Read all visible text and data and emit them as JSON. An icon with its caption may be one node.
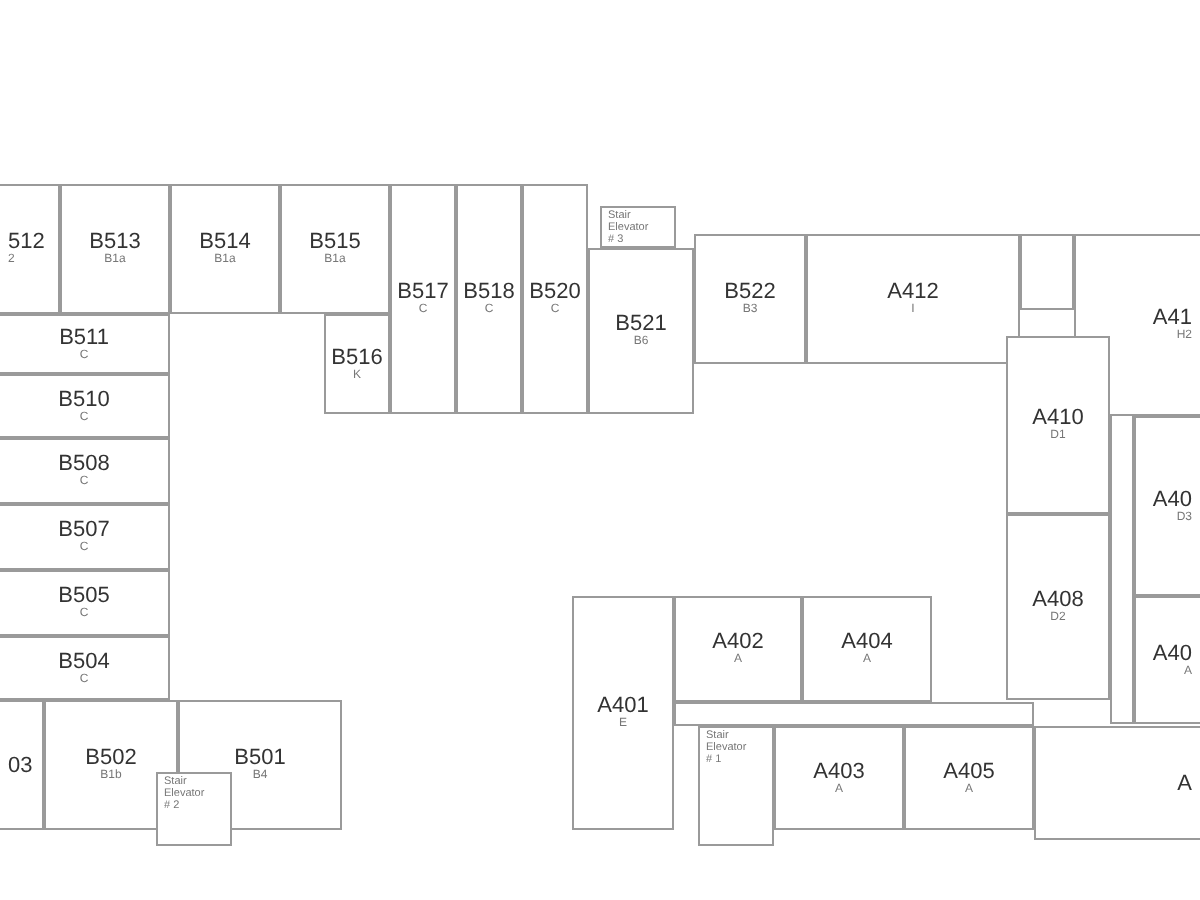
{
  "diagram": {
    "nodes": [
      {
        "text": [
          "512",
          "2"
        ]
      },
      {
        "text": [
          "B513",
          "B1a"
        ]
      },
      {
        "text": [
          "B514",
          "B1a"
        ]
      },
      {
        "text": [
          "B515",
          "B1a"
        ]
      },
      {
        "text": [
          "Stair Elevator # 3"
        ]
      },
      {
        "text": [
          "B517",
          "C"
        ]
      },
      {
        "text": [
          "B518",
          "C"
        ]
      },
      {
        "text": [
          "B520",
          "C"
        ]
      },
      {
        "text": [
          "A412",
          "I"
        ]
      },
      {
        "text": [
          "A41",
          "H2"
        ]
      },
      {
        "text": [
          "B511",
          "C"
        ]
      },
      {
        "text": [
          "B516",
          "K"
        ]
      },
      {
        "text": [
          "B521",
          "B6"
        ]
      },
      {
        "text": [
          "B522",
          "B3"
        ]
      },
      {
        "text": [
          "B510",
          "C"
        ]
      },
      {
        "text": [
          "A410",
          "D1"
        ]
      },
      {
        "text": [
          "A40",
          "D3"
        ]
      },
      {
        "text": [
          "B508",
          "C"
        ]
      },
      {
        "text": [
          "B507",
          "C"
        ]
      },
      {
        "text": [
          "B505",
          "C"
        ]
      },
      {
        "text": [
          "A408",
          "D2"
        ]
      },
      {
        "text": [
          "A401",
          "E"
        ]
      },
      {
        "text": [
          "A402",
          "A"
        ]
      },
      {
        "text": [
          "A404",
          "A"
        ]
      },
      {
        "text": [
          "A40",
          "A"
        ]
      },
      {
        "text": [
          "B504",
          "C"
        ]
      },
      {
        "text": [
          "03"
        ]
      },
      {
        "text": [
          "B502",
          "B1b"
        ]
      },
      {
        "text": [
          "B501",
          "B4"
        ]
      },
      {
        "text": [
          "Stair Elevator # 1"
        ]
      },
      {
        "text": [
          "A403",
          "A"
        ]
      },
      {
        "text": [
          "A405",
          "A"
        ]
      },
      {
        "text": [
          "A"
        ]
      },
      {
        "text": [
          "Stair Elevator # 2"
        ]
      }
    ]
  }
}
